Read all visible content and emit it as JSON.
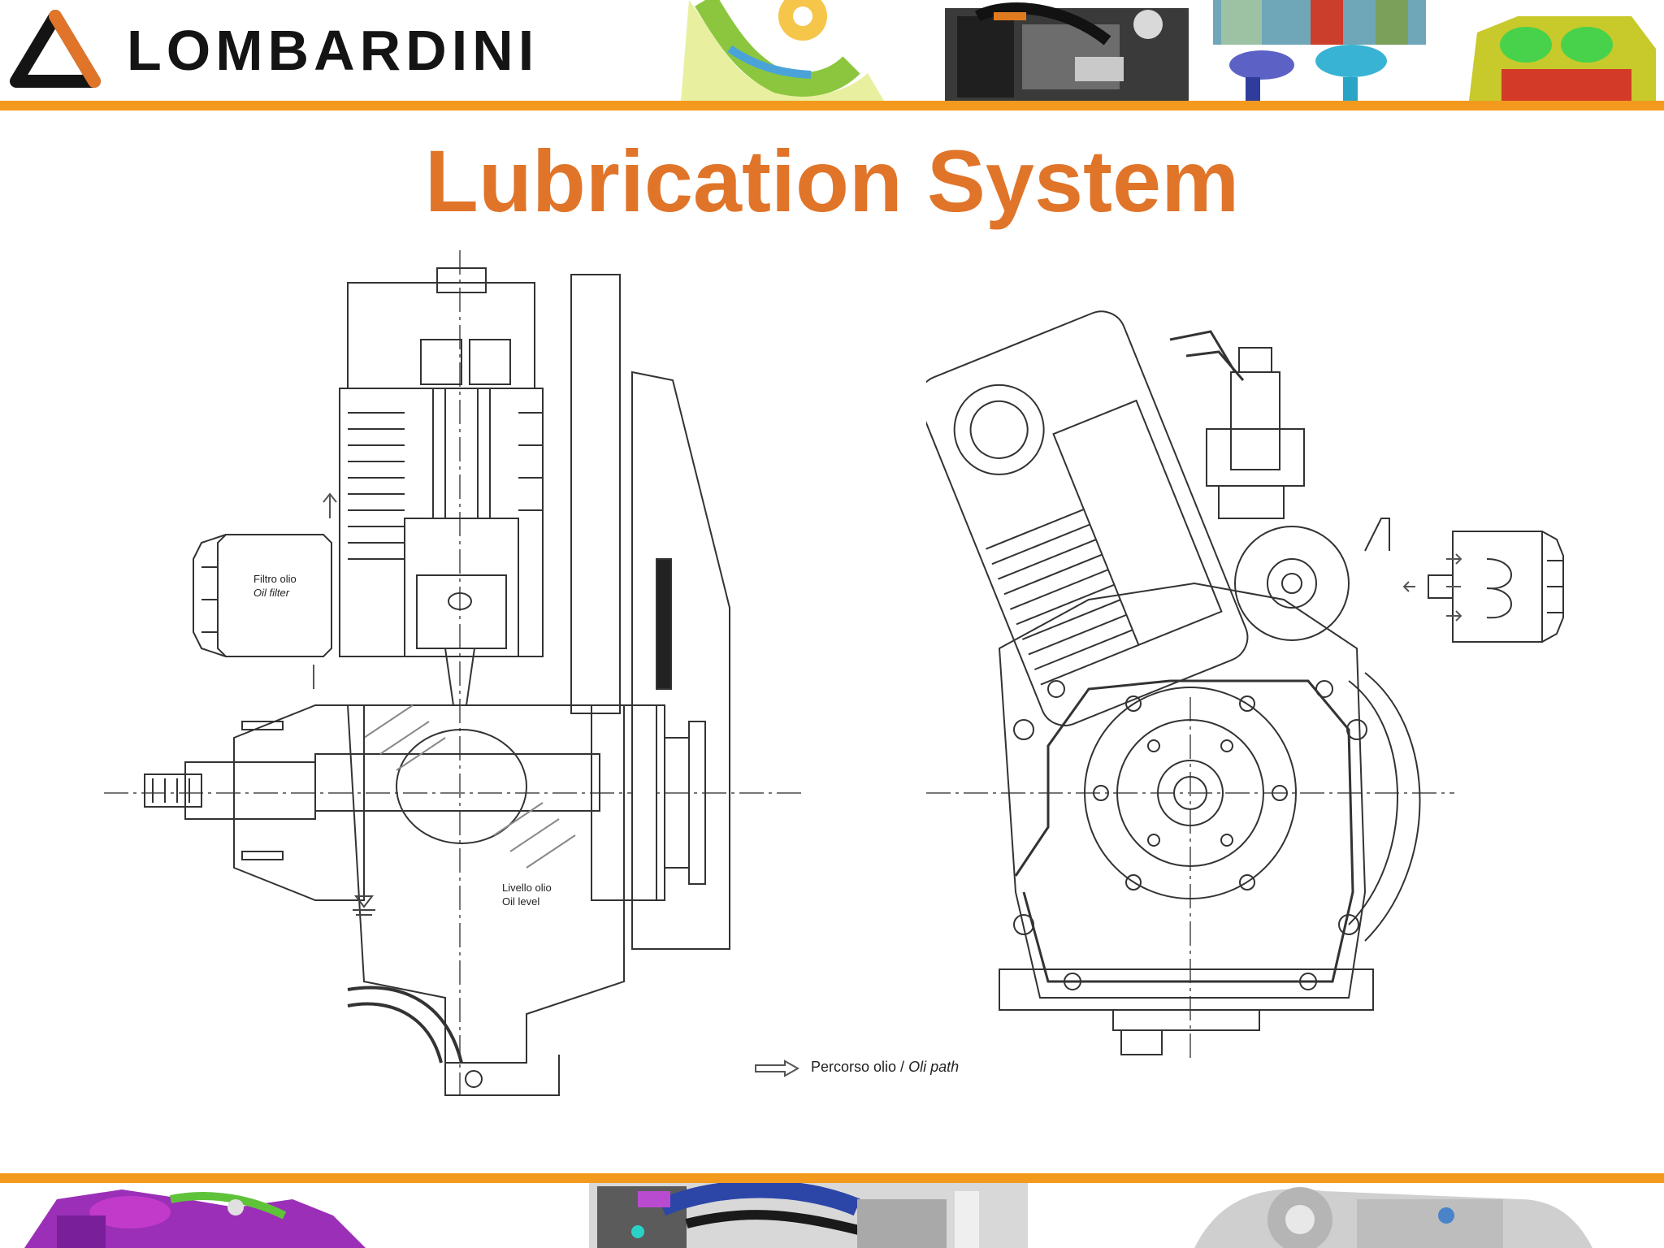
{
  "brand": {
    "name": "LOMBARDINI",
    "accent_color": "#E0752A",
    "band_color": "#F39A1E"
  },
  "slide": {
    "title": "Lubrication System"
  },
  "diagram": {
    "labels": {
      "oil_filter_it": "Filtro olio",
      "oil_filter_en": "Oil filter",
      "oil_level_it": "Livello olio",
      "oil_level_en": "Oil level"
    },
    "legend": {
      "it": "Percorso olio /",
      "en": "Oli path"
    }
  }
}
